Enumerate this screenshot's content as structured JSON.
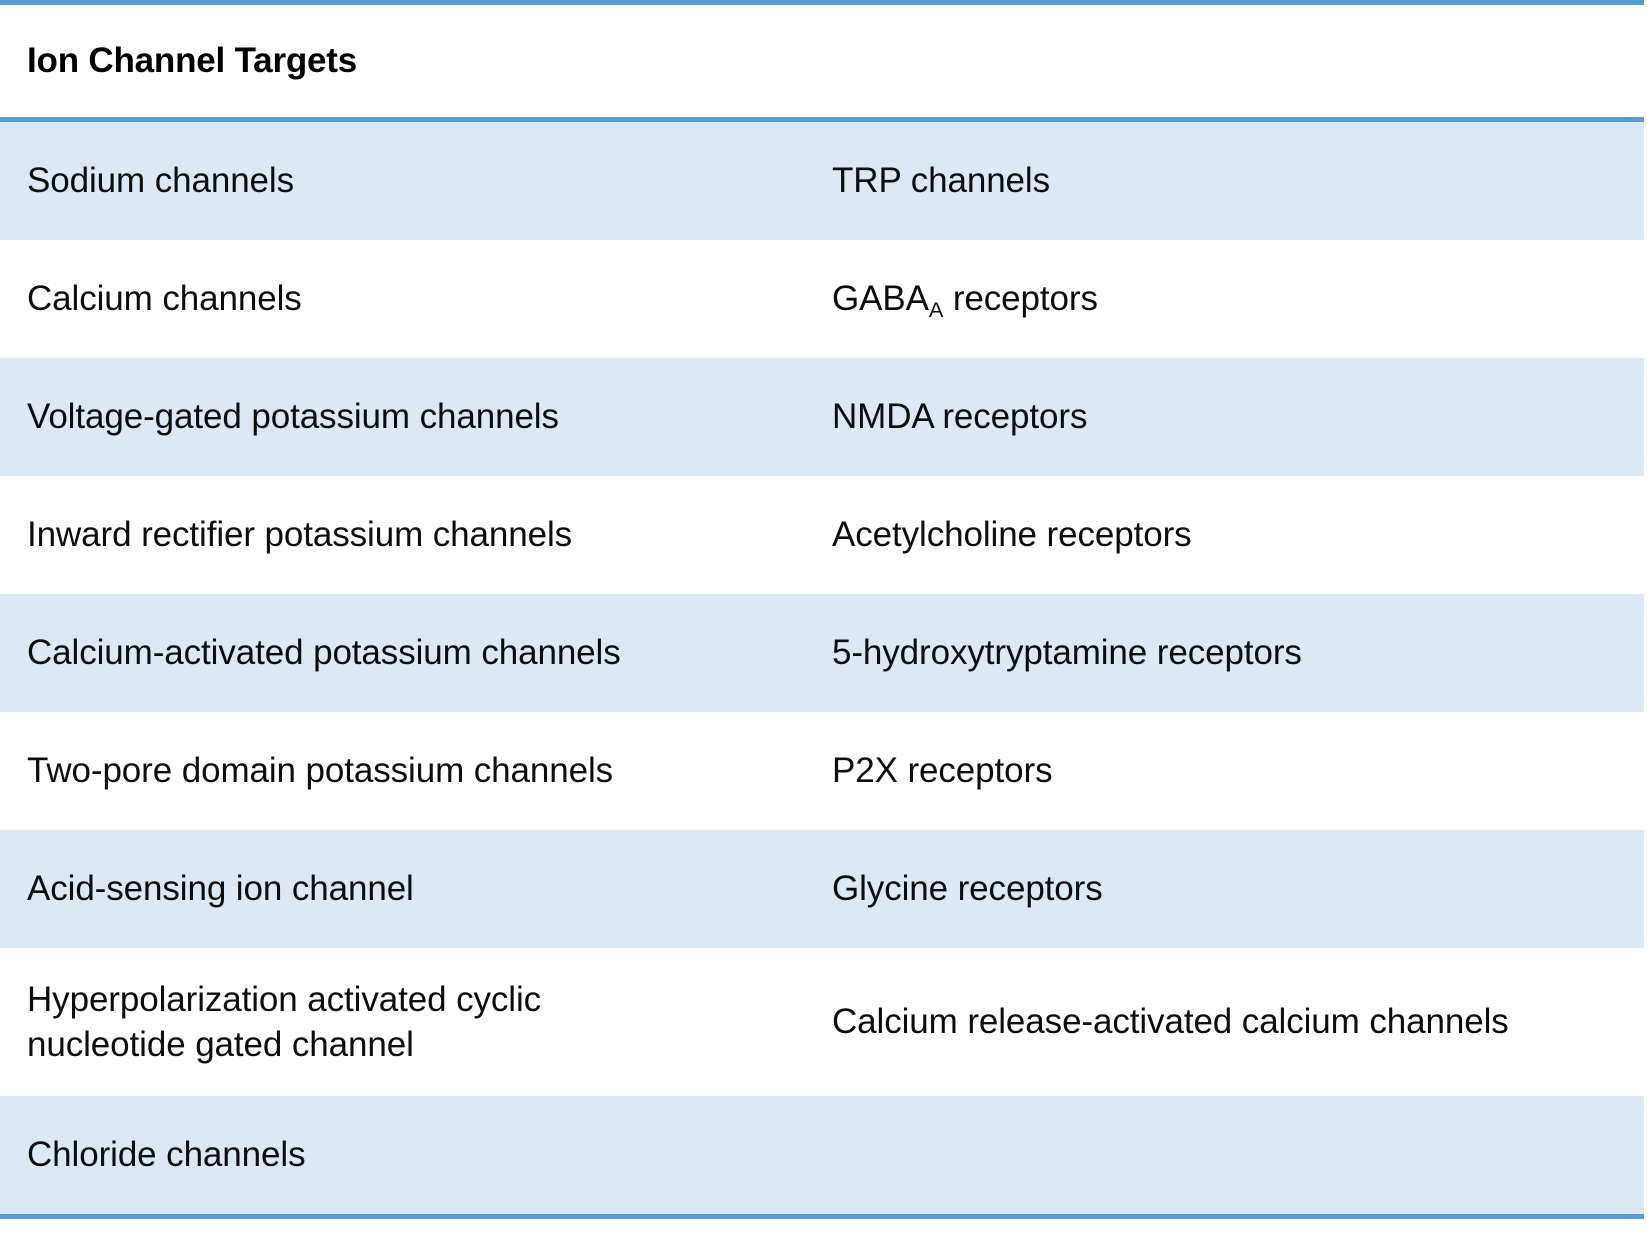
{
  "table": {
    "caption": "Ion Channel Targets",
    "accent_color": "#5b9bd5",
    "shaded_row_color": "#dce8f4",
    "plain_row_color": "#ffffff",
    "text_color": "#0d0d0d",
    "columns": 2,
    "rows": [
      {
        "left": "Sodium channels",
        "right": "TRP channels",
        "shaded": true
      },
      {
        "left": "Calcium channels",
        "right": "GABAA receptors",
        "right_base": "GABA",
        "right_sub": "A",
        "right_tail": " receptors",
        "shaded": false
      },
      {
        "left": "Voltage-gated potassium channels",
        "right": "NMDA receptors",
        "shaded": true
      },
      {
        "left": "Inward rectifier potassium channels",
        "right": "Acetylcholine receptors",
        "shaded": false
      },
      {
        "left": "Calcium-activated potassium channels",
        "right": "5-hydroxytryptamine receptors",
        "shaded": true
      },
      {
        "left": "Two-pore domain potassium channels",
        "right": "P2X receptors",
        "shaded": false
      },
      {
        "left": "Acid-sensing ion channel",
        "right": "Glycine receptors",
        "shaded": true
      },
      {
        "left_line1": "Hyperpolarization activated cyclic",
        "left_line2": "nucleotide gated channel",
        "right": "Calcium release-activated calcium channels",
        "shaded": false
      },
      {
        "left": "Chloride channels",
        "right": "",
        "shaded": true
      }
    ]
  }
}
